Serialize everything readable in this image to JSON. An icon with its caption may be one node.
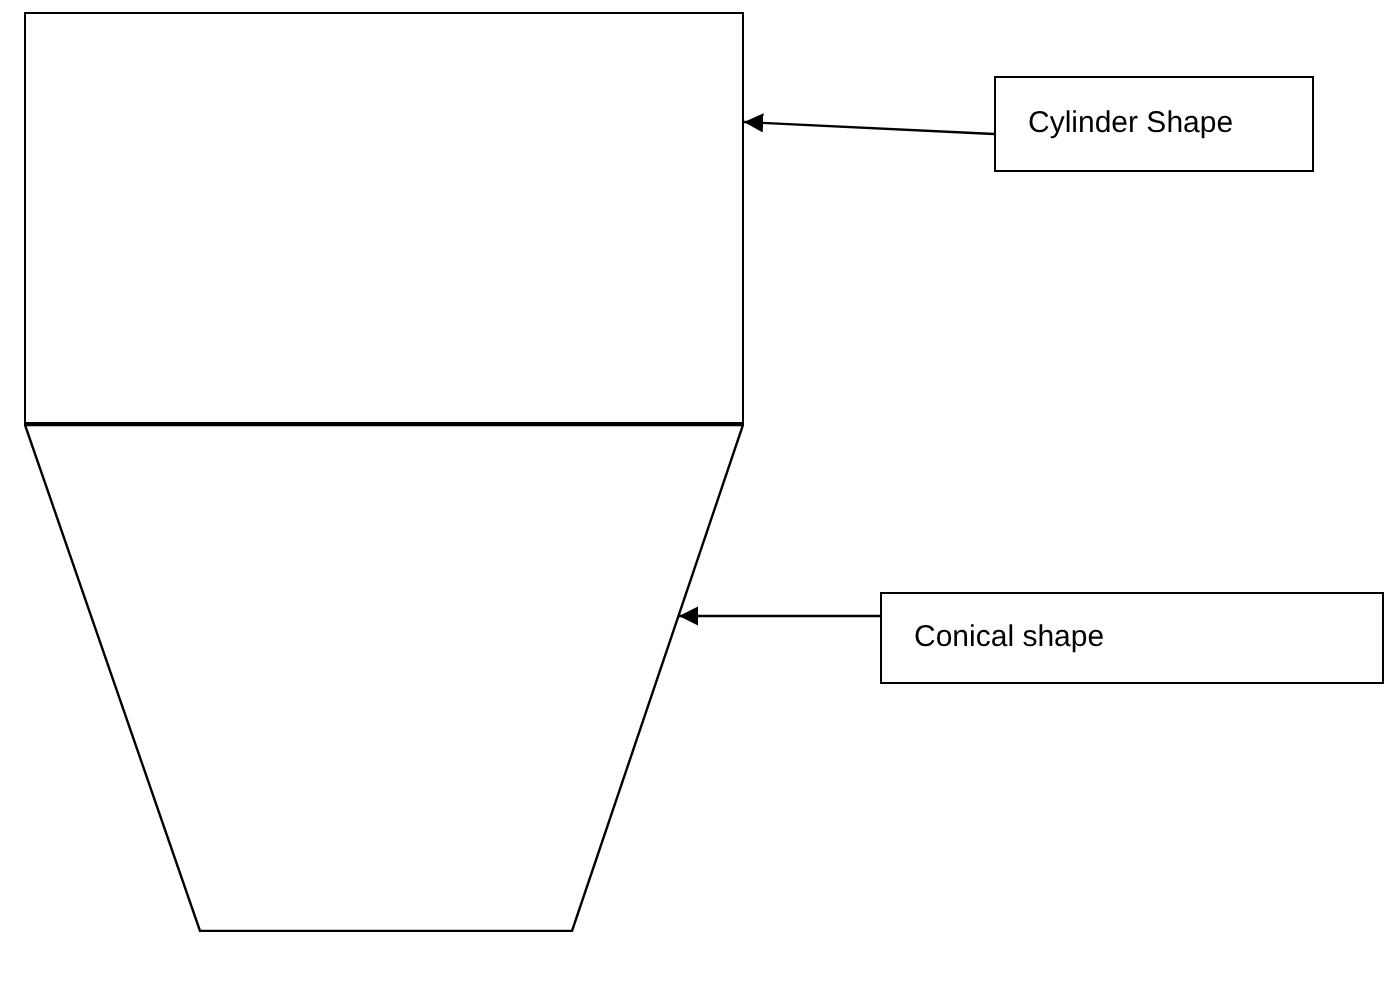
{
  "diagram": {
    "nodes": [
      {
        "text": [],
        "shape": "box"
      },
      {
        "text": [],
        "shape": "trapezoid"
      },
      {
        "text": [
          "Cylinder Shape"
        ]
      },
      {
        "text": [
          "Conical shape"
        ]
      }
    ],
    "edges": [
      {
        "from": 2,
        "to": 0,
        "arrow": "to"
      },
      {
        "from": 3,
        "to": 1,
        "arrow": "to"
      }
    ]
  }
}
